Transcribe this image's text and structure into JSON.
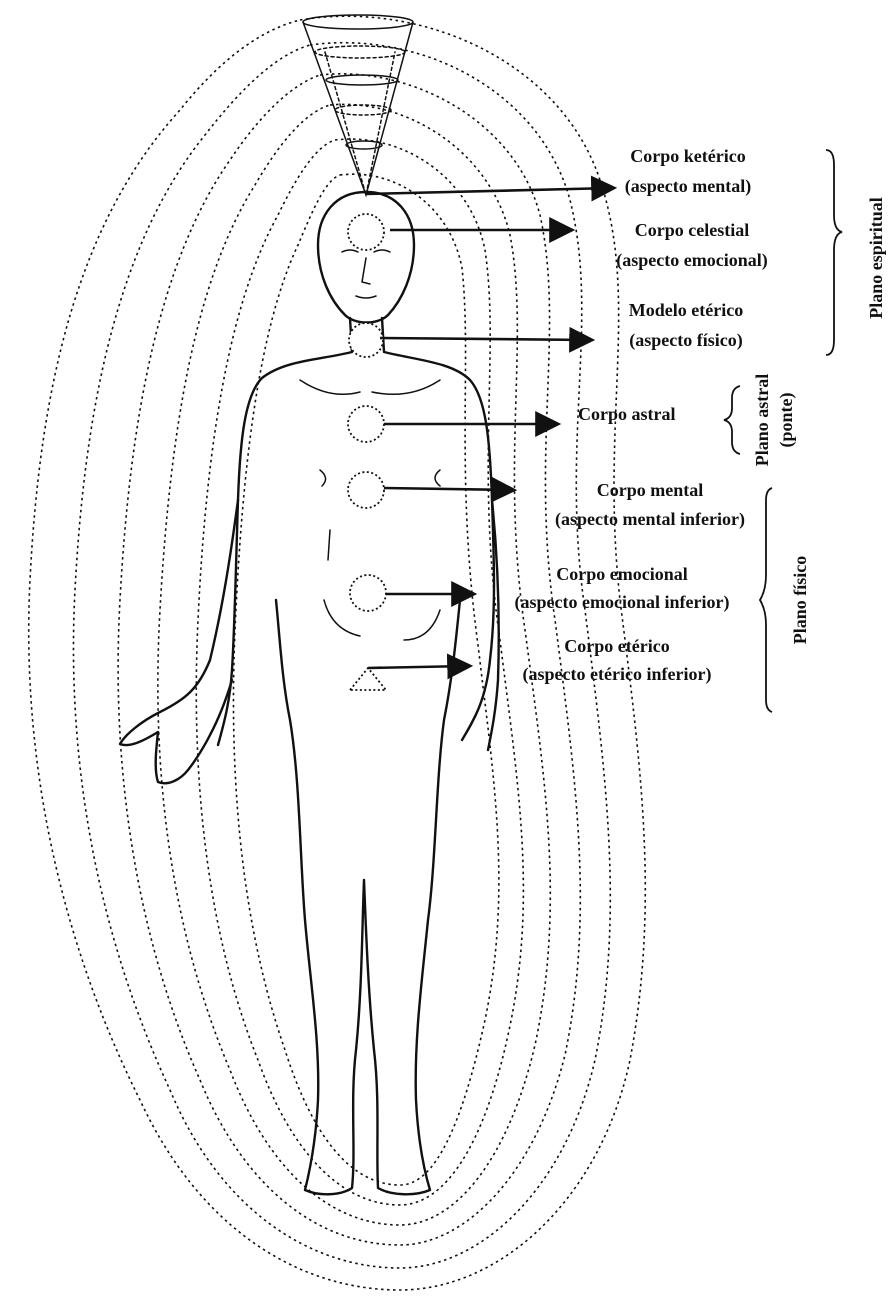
{
  "labels": {
    "keterico": [
      "Corpo ketérico",
      "(aspecto mental)"
    ],
    "celestial": [
      "Corpo celestial",
      "(aspecto emocional)"
    ],
    "modelo": [
      "Modelo etérico",
      "(aspecto físico)"
    ],
    "astral": [
      "Corpo astral"
    ],
    "mental": [
      "Corpo mental",
      "(aspecto mental inferior)"
    ],
    "emocional": [
      "Corpo emocional",
      "(aspecto emocional inferior)"
    ],
    "eterico": [
      "Corpo etérico",
      "(aspecto etérico inferior)"
    ]
  },
  "planes": {
    "espiritual": "Plano espiritual",
    "astral": [
      "Plano astral",
      "(ponte)"
    ],
    "fisico": "Plano físico"
  }
}
